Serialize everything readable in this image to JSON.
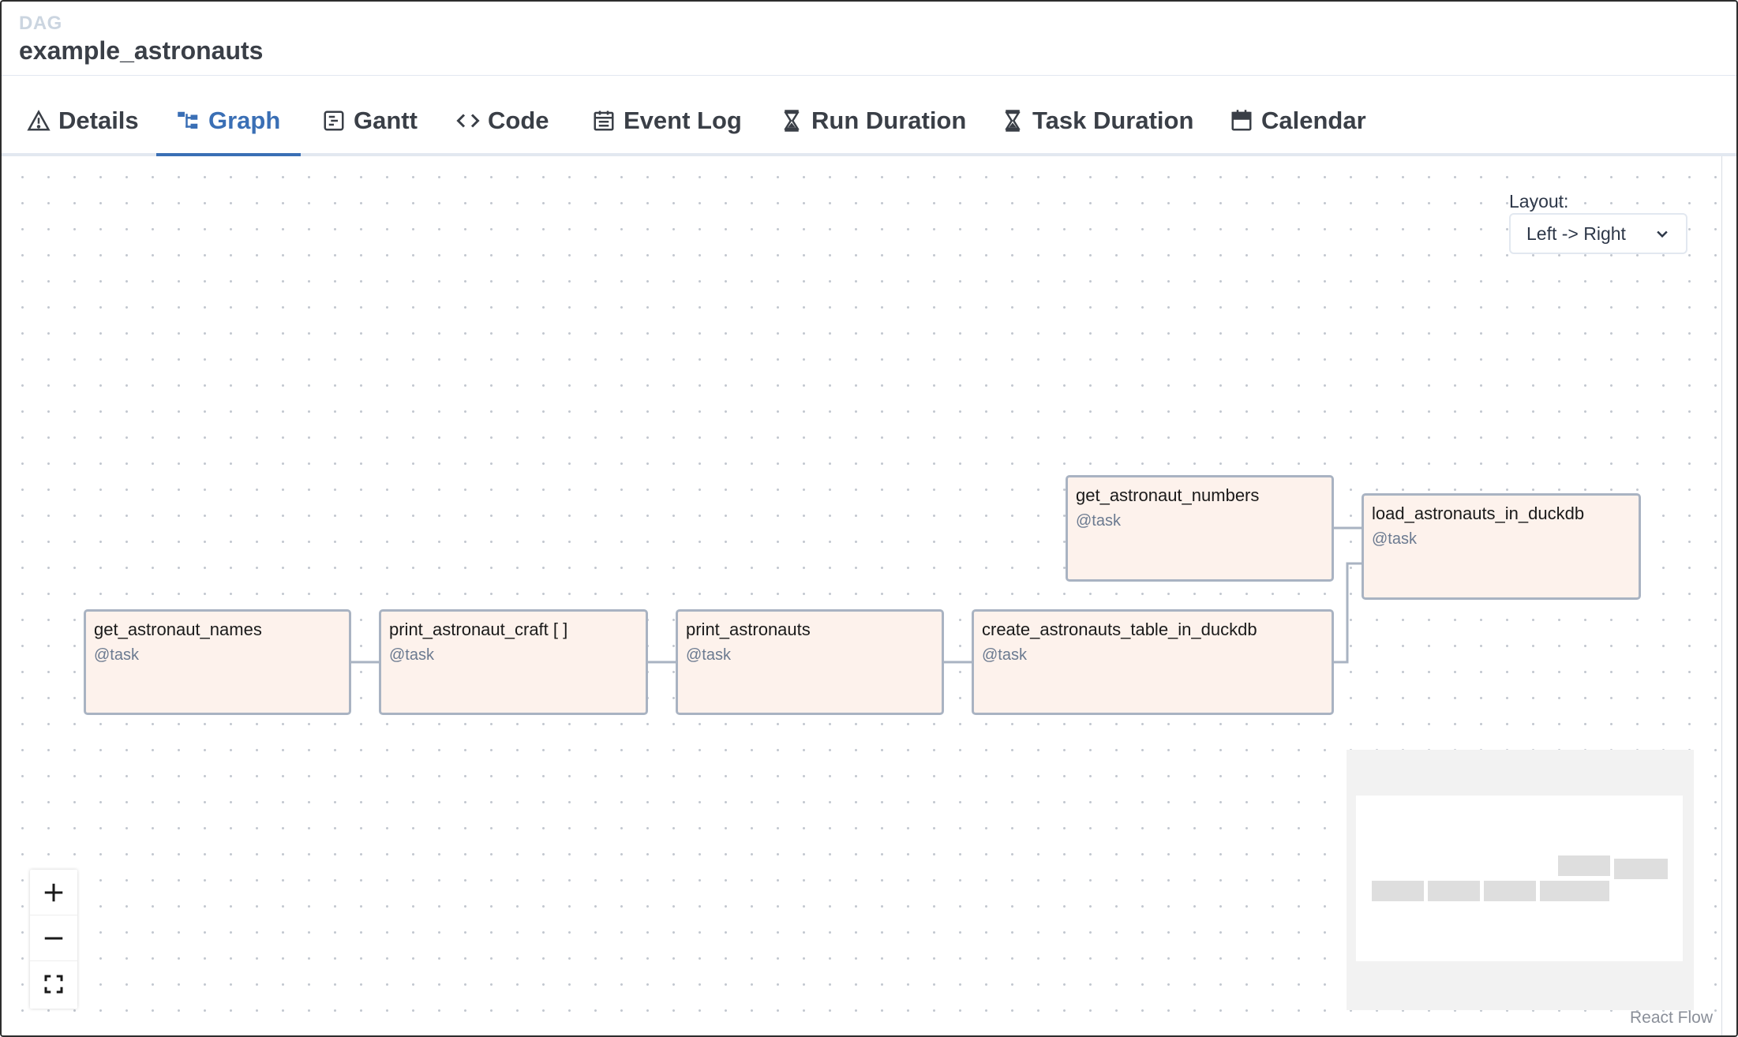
{
  "header": {
    "label": "DAG",
    "title": "example_astronauts"
  },
  "tabs": [
    {
      "label": "Details",
      "icon": "warning-triangle-icon"
    },
    {
      "label": "Graph",
      "icon": "graph-icon",
      "active": true
    },
    {
      "label": "Gantt",
      "icon": "gantt-icon"
    },
    {
      "label": "Code",
      "icon": "code-brackets-icon"
    },
    {
      "label": "Event Log",
      "icon": "event-log-icon"
    },
    {
      "label": "Run Duration",
      "icon": "hourglass-icon"
    },
    {
      "label": "Task Duration",
      "icon": "hourglass-icon"
    },
    {
      "label": "Calendar",
      "icon": "calendar-icon"
    }
  ],
  "layout": {
    "label": "Layout:",
    "value": "Left -> Right"
  },
  "nodes": [
    {
      "name": "get_astronaut_names",
      "type": "@task"
    },
    {
      "name": "print_astronaut_craft [ ]",
      "type": "@task"
    },
    {
      "name": "print_astronauts",
      "type": "@task"
    },
    {
      "name": "create_astronauts_table_in_duckdb",
      "type": "@task"
    },
    {
      "name": "get_astronaut_numbers",
      "type": "@task"
    },
    {
      "name": "load_astronauts_in_duckdb",
      "type": "@task"
    }
  ],
  "attribution": "React Flow",
  "colors": {
    "accent": "#3a6fb5",
    "node_fill": "#fdf2ec",
    "node_border": "#a9b3c2"
  }
}
